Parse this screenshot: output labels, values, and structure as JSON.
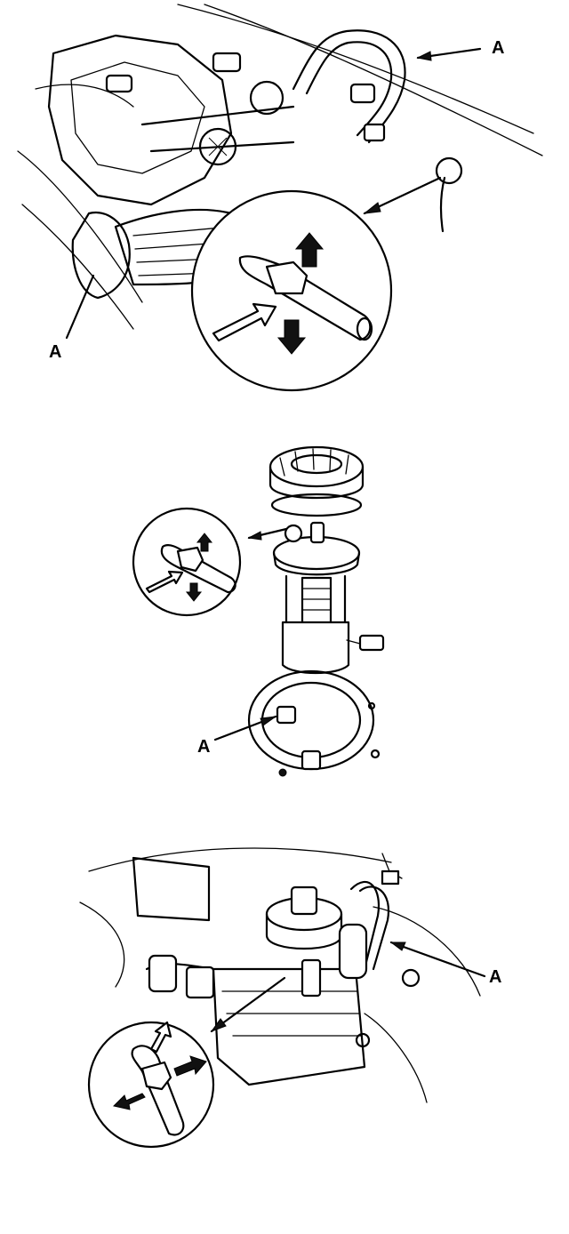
{
  "figures": [
    {
      "id": "engine-bay",
      "callout_label": "A"
    },
    {
      "id": "fuel-pump-assembly",
      "callout_label": "A"
    },
    {
      "id": "canister-area",
      "callout_label": "A"
    }
  ],
  "labels": {
    "fig1_top": "A",
    "fig1_left": "A",
    "fig2_left": "A",
    "fig3_right": "A"
  },
  "colors": {
    "ink": "#000000",
    "paper": "#ffffff"
  }
}
